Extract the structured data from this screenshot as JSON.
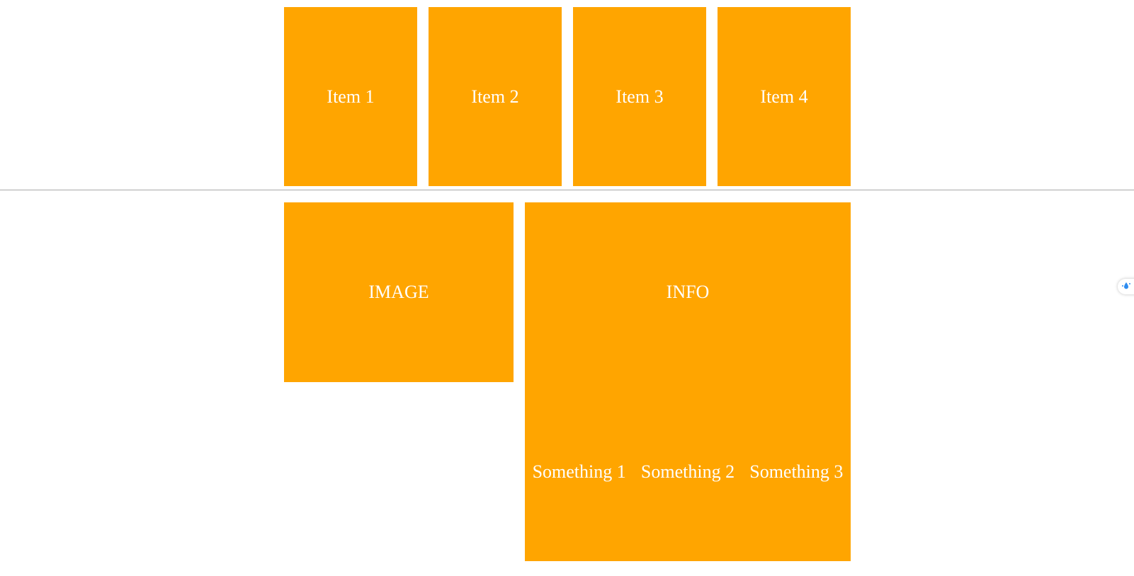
{
  "items": [
    {
      "label": "Item 1"
    },
    {
      "label": "Item 2"
    },
    {
      "label": "Item 3"
    },
    {
      "label": "Item 4"
    }
  ],
  "image_box": {
    "label": "IMAGE"
  },
  "info_box": {
    "title": "INFO",
    "things": [
      "Something 1",
      "Something 2",
      "Something 3"
    ]
  },
  "colors": {
    "tile": "#ffa500",
    "tile_text": "#ffffff",
    "divider": "#a9a9a9",
    "widget_accent": "#2d8cf0"
  },
  "icons": {
    "side_widget": "droplet-icon"
  }
}
